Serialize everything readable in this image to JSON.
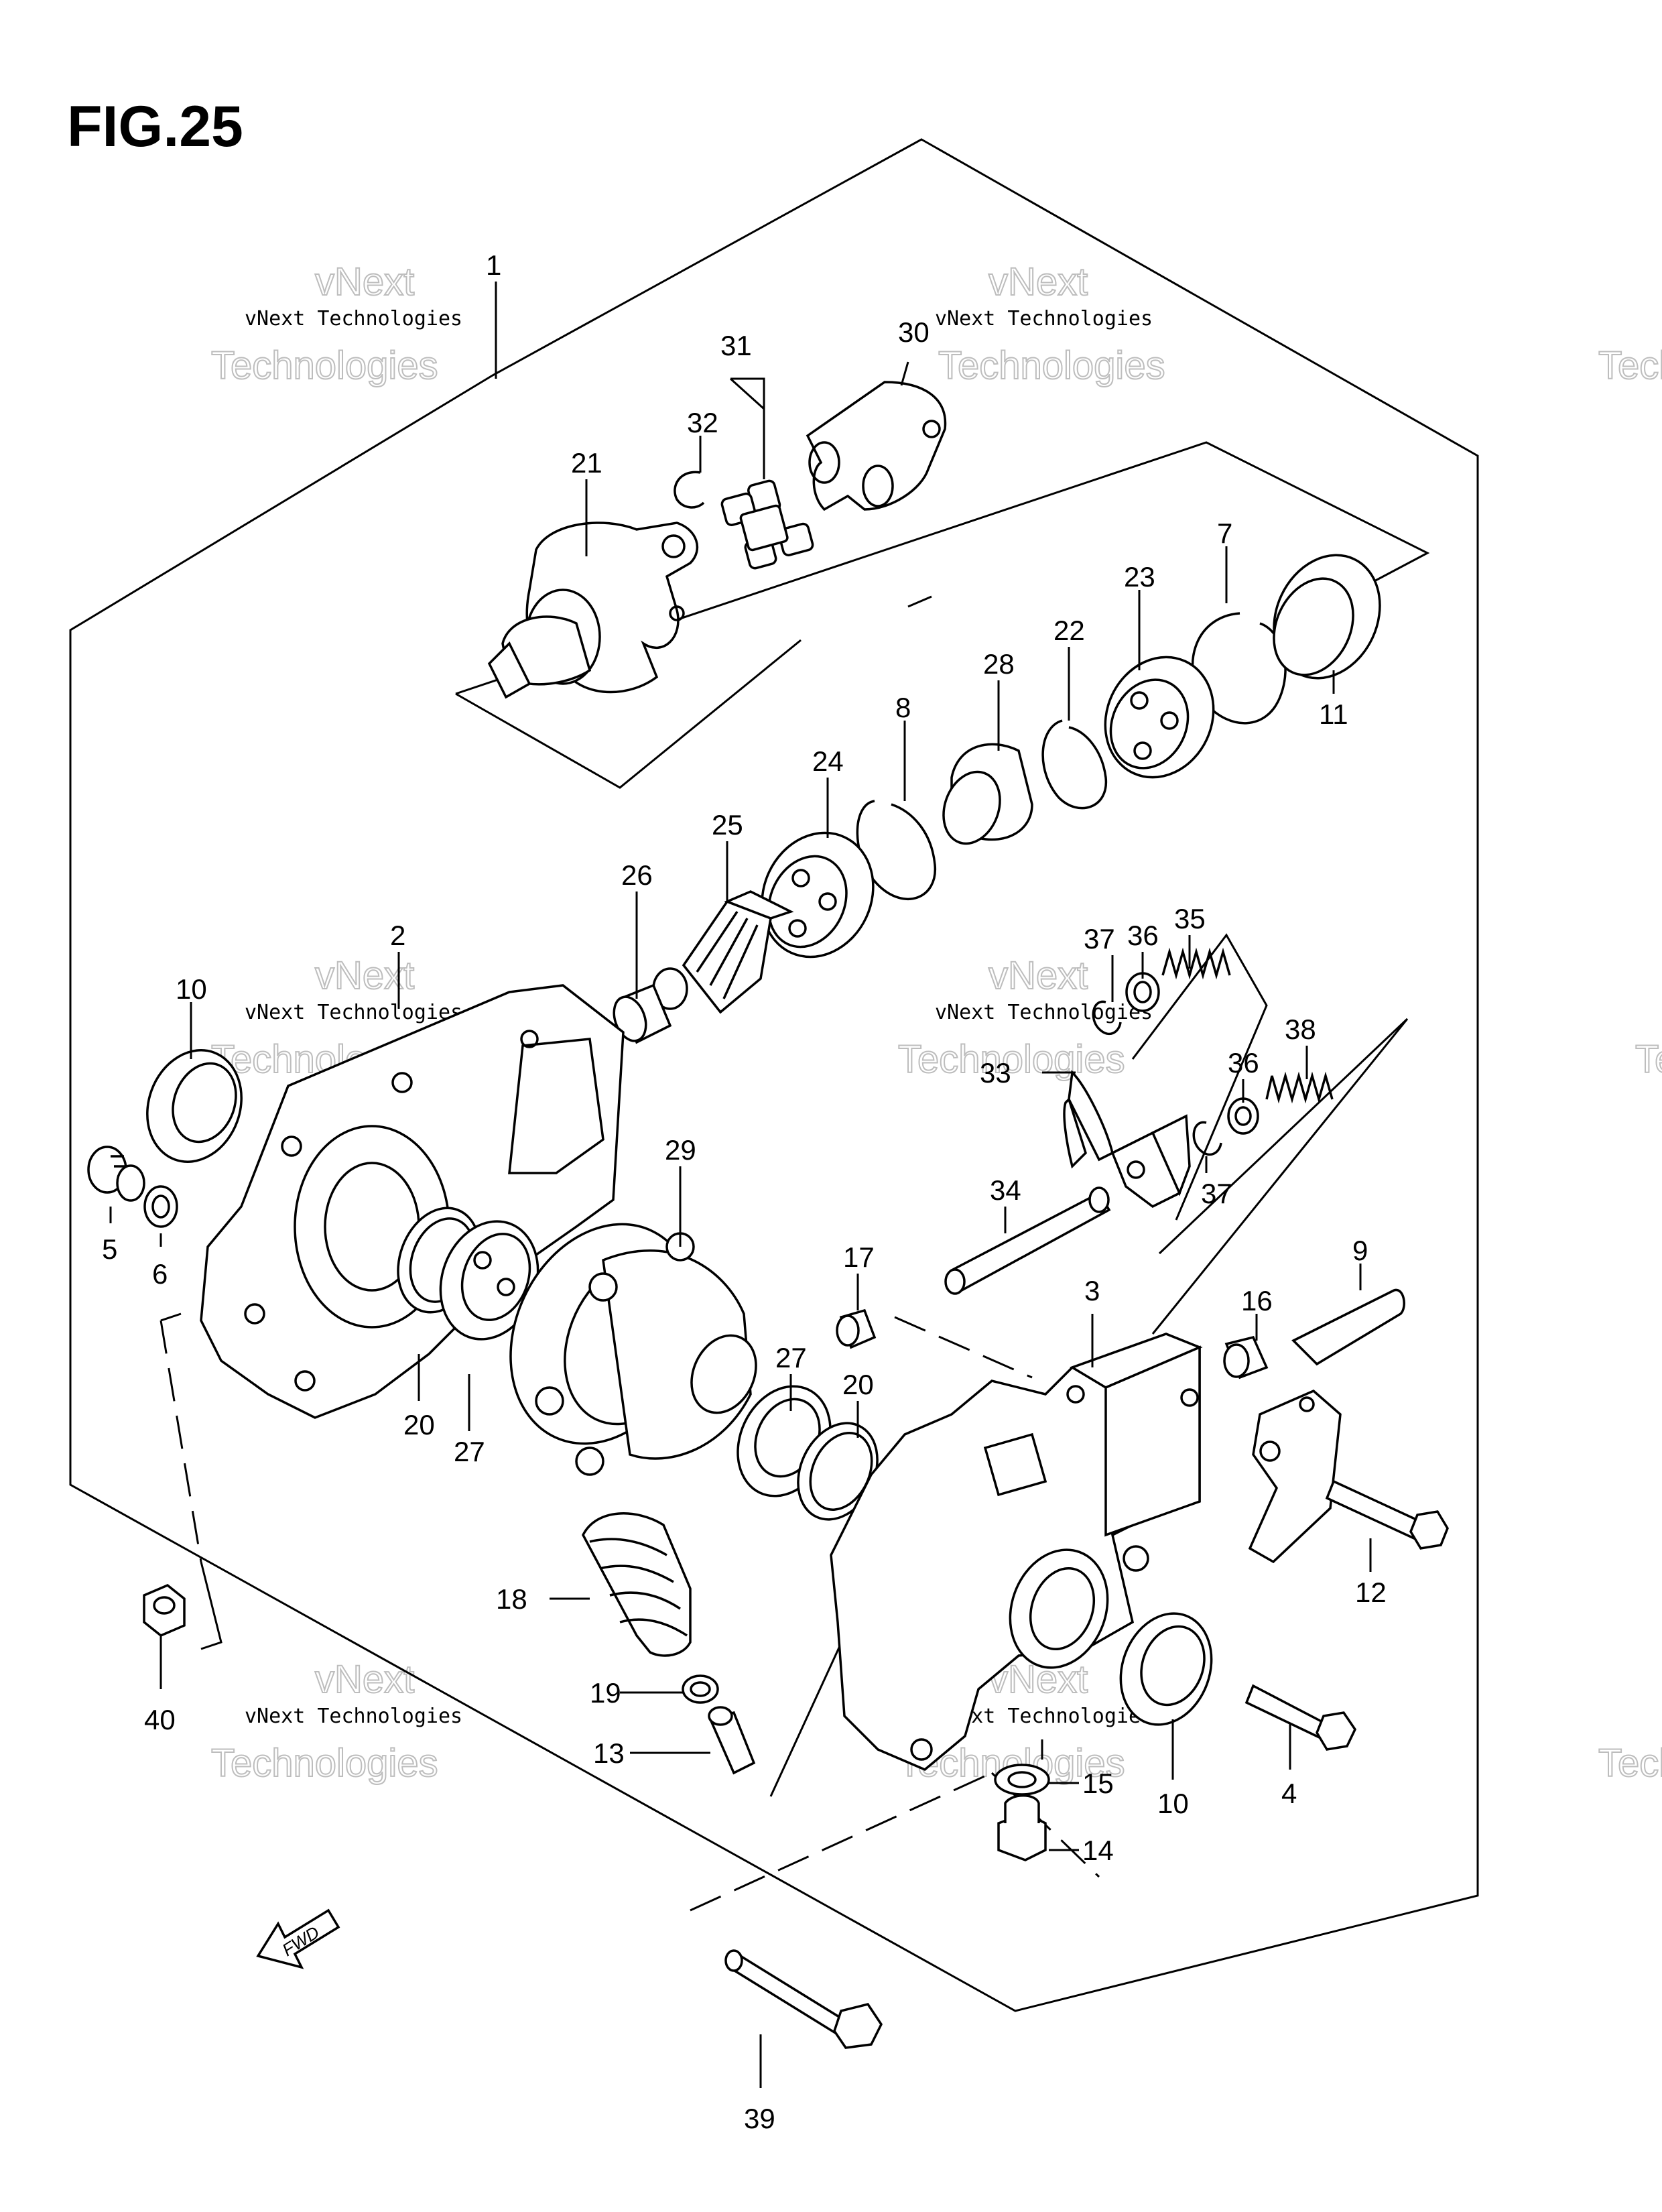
{
  "figure": {
    "title": "FIG.25"
  },
  "watermark": {
    "line1": "vNext Technologies",
    "line2": "Technologies",
    "line3": "vNext"
  },
  "labels": {
    "l1": "1",
    "l2": "2",
    "l3": "3",
    "l4": "4",
    "l5": "5",
    "l6": "6",
    "l7": "7",
    "l8": "8",
    "l9": "9",
    "l10a": "10",
    "l10b": "10",
    "l11": "11",
    "l12": "12",
    "l13": "13",
    "l14": "14",
    "l15": "15",
    "l16": "16",
    "l17": "17",
    "l18": "18",
    "l19": "19",
    "l20a": "20",
    "l20b": "20",
    "l21": "21",
    "l22": "22",
    "l23": "23",
    "l24": "24",
    "l25": "25",
    "l26": "26",
    "l27a": "27",
    "l27b": "27",
    "l28": "28",
    "l29": "29",
    "l30": "30",
    "l31": "31",
    "l32": "32",
    "l33": "33",
    "l34": "34",
    "l35": "35",
    "l36a": "36",
    "l36b": "36",
    "l37a": "37",
    "l37b": "37",
    "l38": "38",
    "l39": "39",
    "l40": "40"
  },
  "fwd": {
    "label": "FWD"
  }
}
